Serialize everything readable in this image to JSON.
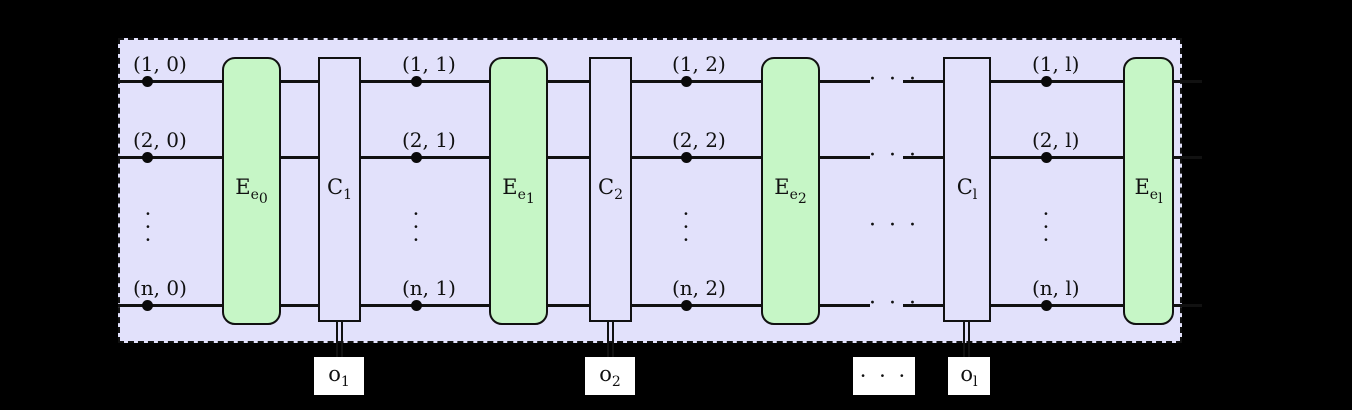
{
  "diagram": {
    "type": "quantum-circuit",
    "title": "",
    "container": {
      "fill_color": "#e2e1fb",
      "border_style": "dashed"
    },
    "wires": [
      {
        "id": "row-1",
        "label_prefix": "1"
      },
      {
        "id": "row-2",
        "label_prefix": "2"
      },
      {
        "id": "row-n",
        "label_prefix": "n"
      }
    ],
    "wire_labels": [
      {
        "id": "w1-t0",
        "text": "(1, 0)"
      },
      {
        "id": "w2-t0",
        "text": "(2, 0)"
      },
      {
        "id": "wn-t0",
        "text": "(n, 0)"
      },
      {
        "id": "w1-t1",
        "text": "(1, 1)"
      },
      {
        "id": "w2-t1",
        "text": "(2, 1)"
      },
      {
        "id": "wn-t1",
        "text": "(n, 1)"
      },
      {
        "id": "w1-t2",
        "text": "(1, 2)"
      },
      {
        "id": "w2-t2",
        "text": "(2, 2)"
      },
      {
        "id": "wn-t2",
        "text": "(n, 2)"
      },
      {
        "id": "w1-tl",
        "text": "(1, l)"
      },
      {
        "id": "w2-tl",
        "text": "(2, l)"
      },
      {
        "id": "wn-tl",
        "text": "(n, l)"
      }
    ],
    "encoder_gates": [
      {
        "id": "E0",
        "base": "E",
        "sub": "e₀",
        "html": "E<sub>e₀</sub>",
        "color": "#c6f6c6"
      },
      {
        "id": "E1",
        "base": "E",
        "sub": "e₁",
        "html": "E<sub>e₁</sub>",
        "color": "#c6f6c6"
      },
      {
        "id": "E2",
        "base": "E",
        "sub": "e₂",
        "html": "E<sub>e₂</sub>",
        "color": "#c6f6c6"
      },
      {
        "id": "El",
        "base": "E",
        "sub": "eₗ",
        "html": "E<sub>eₗ</sub>",
        "color": "#c6f6c6"
      }
    ],
    "channel_gates": [
      {
        "id": "C1",
        "base": "C",
        "sub": "1",
        "html": "C<sub>1</sub>",
        "color": "#e2e1fb"
      },
      {
        "id": "C2",
        "base": "C",
        "sub": "2",
        "html": "C<sub>2</sub>",
        "color": "#e2e1fb"
      },
      {
        "id": "Cl",
        "base": "C",
        "sub": "l",
        "html": "C<sub>l</sub>",
        "color": "#e2e1fb"
      }
    ],
    "outputs": [
      {
        "id": "o1",
        "html": "o<sub>1</sub>",
        "text": "o₁"
      },
      {
        "id": "o2",
        "html": "o<sub>2</sub>",
        "text": "o₂"
      },
      {
        "id": "o-dots",
        "html": "· · ·",
        "text": "· · ·"
      },
      {
        "id": "ol",
        "html": "o<sub>l</sub>",
        "text": "oₗ"
      }
    ],
    "ellipses": {
      "horizontal": "· · ·",
      "vertical": "·<br>·<br>·"
    }
  }
}
